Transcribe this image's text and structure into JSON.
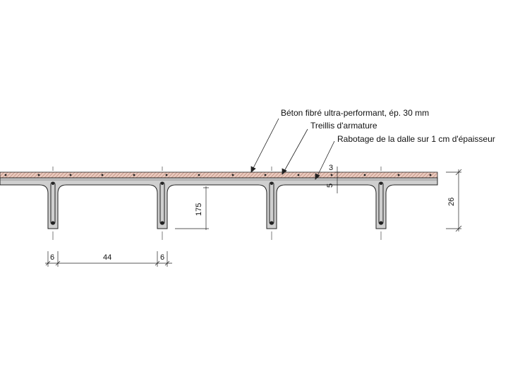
{
  "annotations": {
    "concrete_layer": "Béton fibré ultra-performant, ép. 30 mm",
    "mesh": "Treillis d'armature",
    "planing": "Rabotage de la dalle sur 1 cm d'épaisseur"
  },
  "dimensions": {
    "layer_thickness": "3",
    "slab_thickness": "5",
    "rib_depth": "175",
    "total_height": "26",
    "rib_width_left": "6",
    "rib_spacing": "44",
    "rib_width_right": "6"
  },
  "colors": {
    "concrete": "#cfcfcf",
    "overlay": "#e9c9bd",
    "line": "#222222"
  }
}
